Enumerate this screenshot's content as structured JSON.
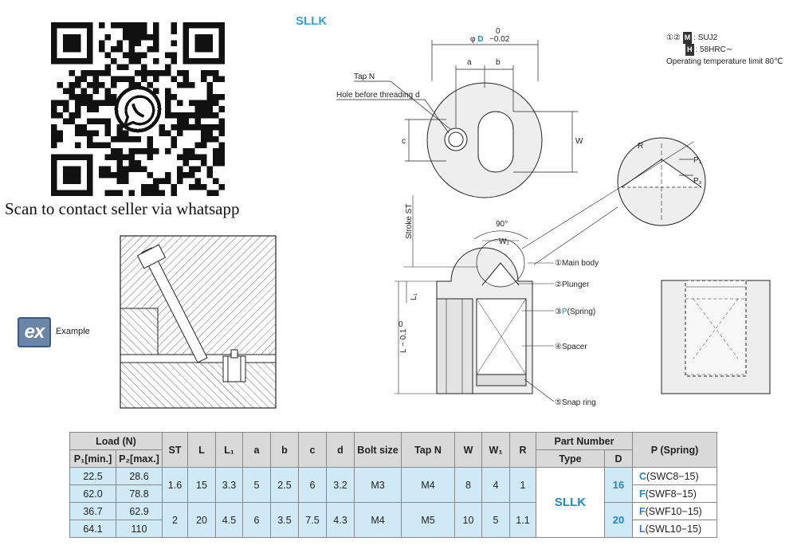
{
  "qr": {
    "caption": "Scan to contact seller via whatsapp",
    "icon": "whatsapp-icon"
  },
  "example": {
    "badge": "ex",
    "label": "Example"
  },
  "product_code": "SLLK",
  "drawing_labels": {
    "phi": "φ",
    "D": "D",
    "tol_top": "0",
    "tol_bottom": "−0.02",
    "a": "a",
    "b": "b",
    "tap_n": "Tap N",
    "hole_before_threading": "Hole before threading d",
    "c": "c",
    "W": "W",
    "R": "R",
    "P1": "P₁",
    "P2": "P₂",
    "stroke_st": "Stroke ST",
    "angle": "90°",
    "W1": "W₁",
    "L1": "L₁",
    "L_tol": "L − 0.1",
    "L_tol_top": "0",
    "parts": [
      "①Main body",
      "②Plunger",
      "③",
      "P",
      "(Spring)",
      "④Spacer",
      "⑤Snap ring"
    ]
  },
  "material_notes": {
    "prefix": "①②",
    "m_box": "M",
    "m_text": ": SUJ2",
    "h_box": "H",
    "h_text": ": 58HRC∼",
    "temp": "Operating temperature limit 80℃"
  },
  "table": {
    "headers": {
      "load": "Load (N)",
      "p1": "P₁[min.]",
      "p2": "P₂[max.]",
      "st": "ST",
      "l": "L",
      "l1": "L₁",
      "a": "a",
      "b": "b",
      "c": "c",
      "d": "d",
      "bolt": "Bolt size",
      "tap": "Tap N",
      "w": "W",
      "w1": "W₁",
      "r": "R",
      "part": "Part Number",
      "type": "Type",
      "dcol": "D",
      "spring": "P (Spring)"
    },
    "type_value": "SLLK",
    "groups": [
      {
        "st": "1.6",
        "l": "15",
        "l1": "3.3",
        "a": "5",
        "b": "2.5",
        "c": "6",
        "d": "3.2",
        "bolt": "M3",
        "tap": "M4",
        "w": "8",
        "w1": "4",
        "r": "1",
        "D": "16",
        "rows": [
          {
            "p1": "22.5",
            "p2": "28.6",
            "sp_letter": "C",
            "sp_code": "(SWC8−15)"
          },
          {
            "p1": "62.0",
            "p2": "78.8",
            "sp_letter": "F",
            "sp_code": "(SWF8−15)"
          }
        ]
      },
      {
        "st": "2",
        "l": "20",
        "l1": "4.5",
        "a": "6",
        "b": "3.5",
        "c": "7.5",
        "d": "4.3",
        "bolt": "M4",
        "tap": "M5",
        "w": "10",
        "w1": "5",
        "r": "1.1",
        "D": "20",
        "rows": [
          {
            "p1": "36.7",
            "p2": "62.9",
            "sp_letter": "F",
            "sp_code": "(SWF10−15)"
          },
          {
            "p1": "64.1",
            "p2": "110",
            "sp_letter": "L",
            "sp_code": "(SWL10−15)"
          }
        ]
      }
    ]
  }
}
